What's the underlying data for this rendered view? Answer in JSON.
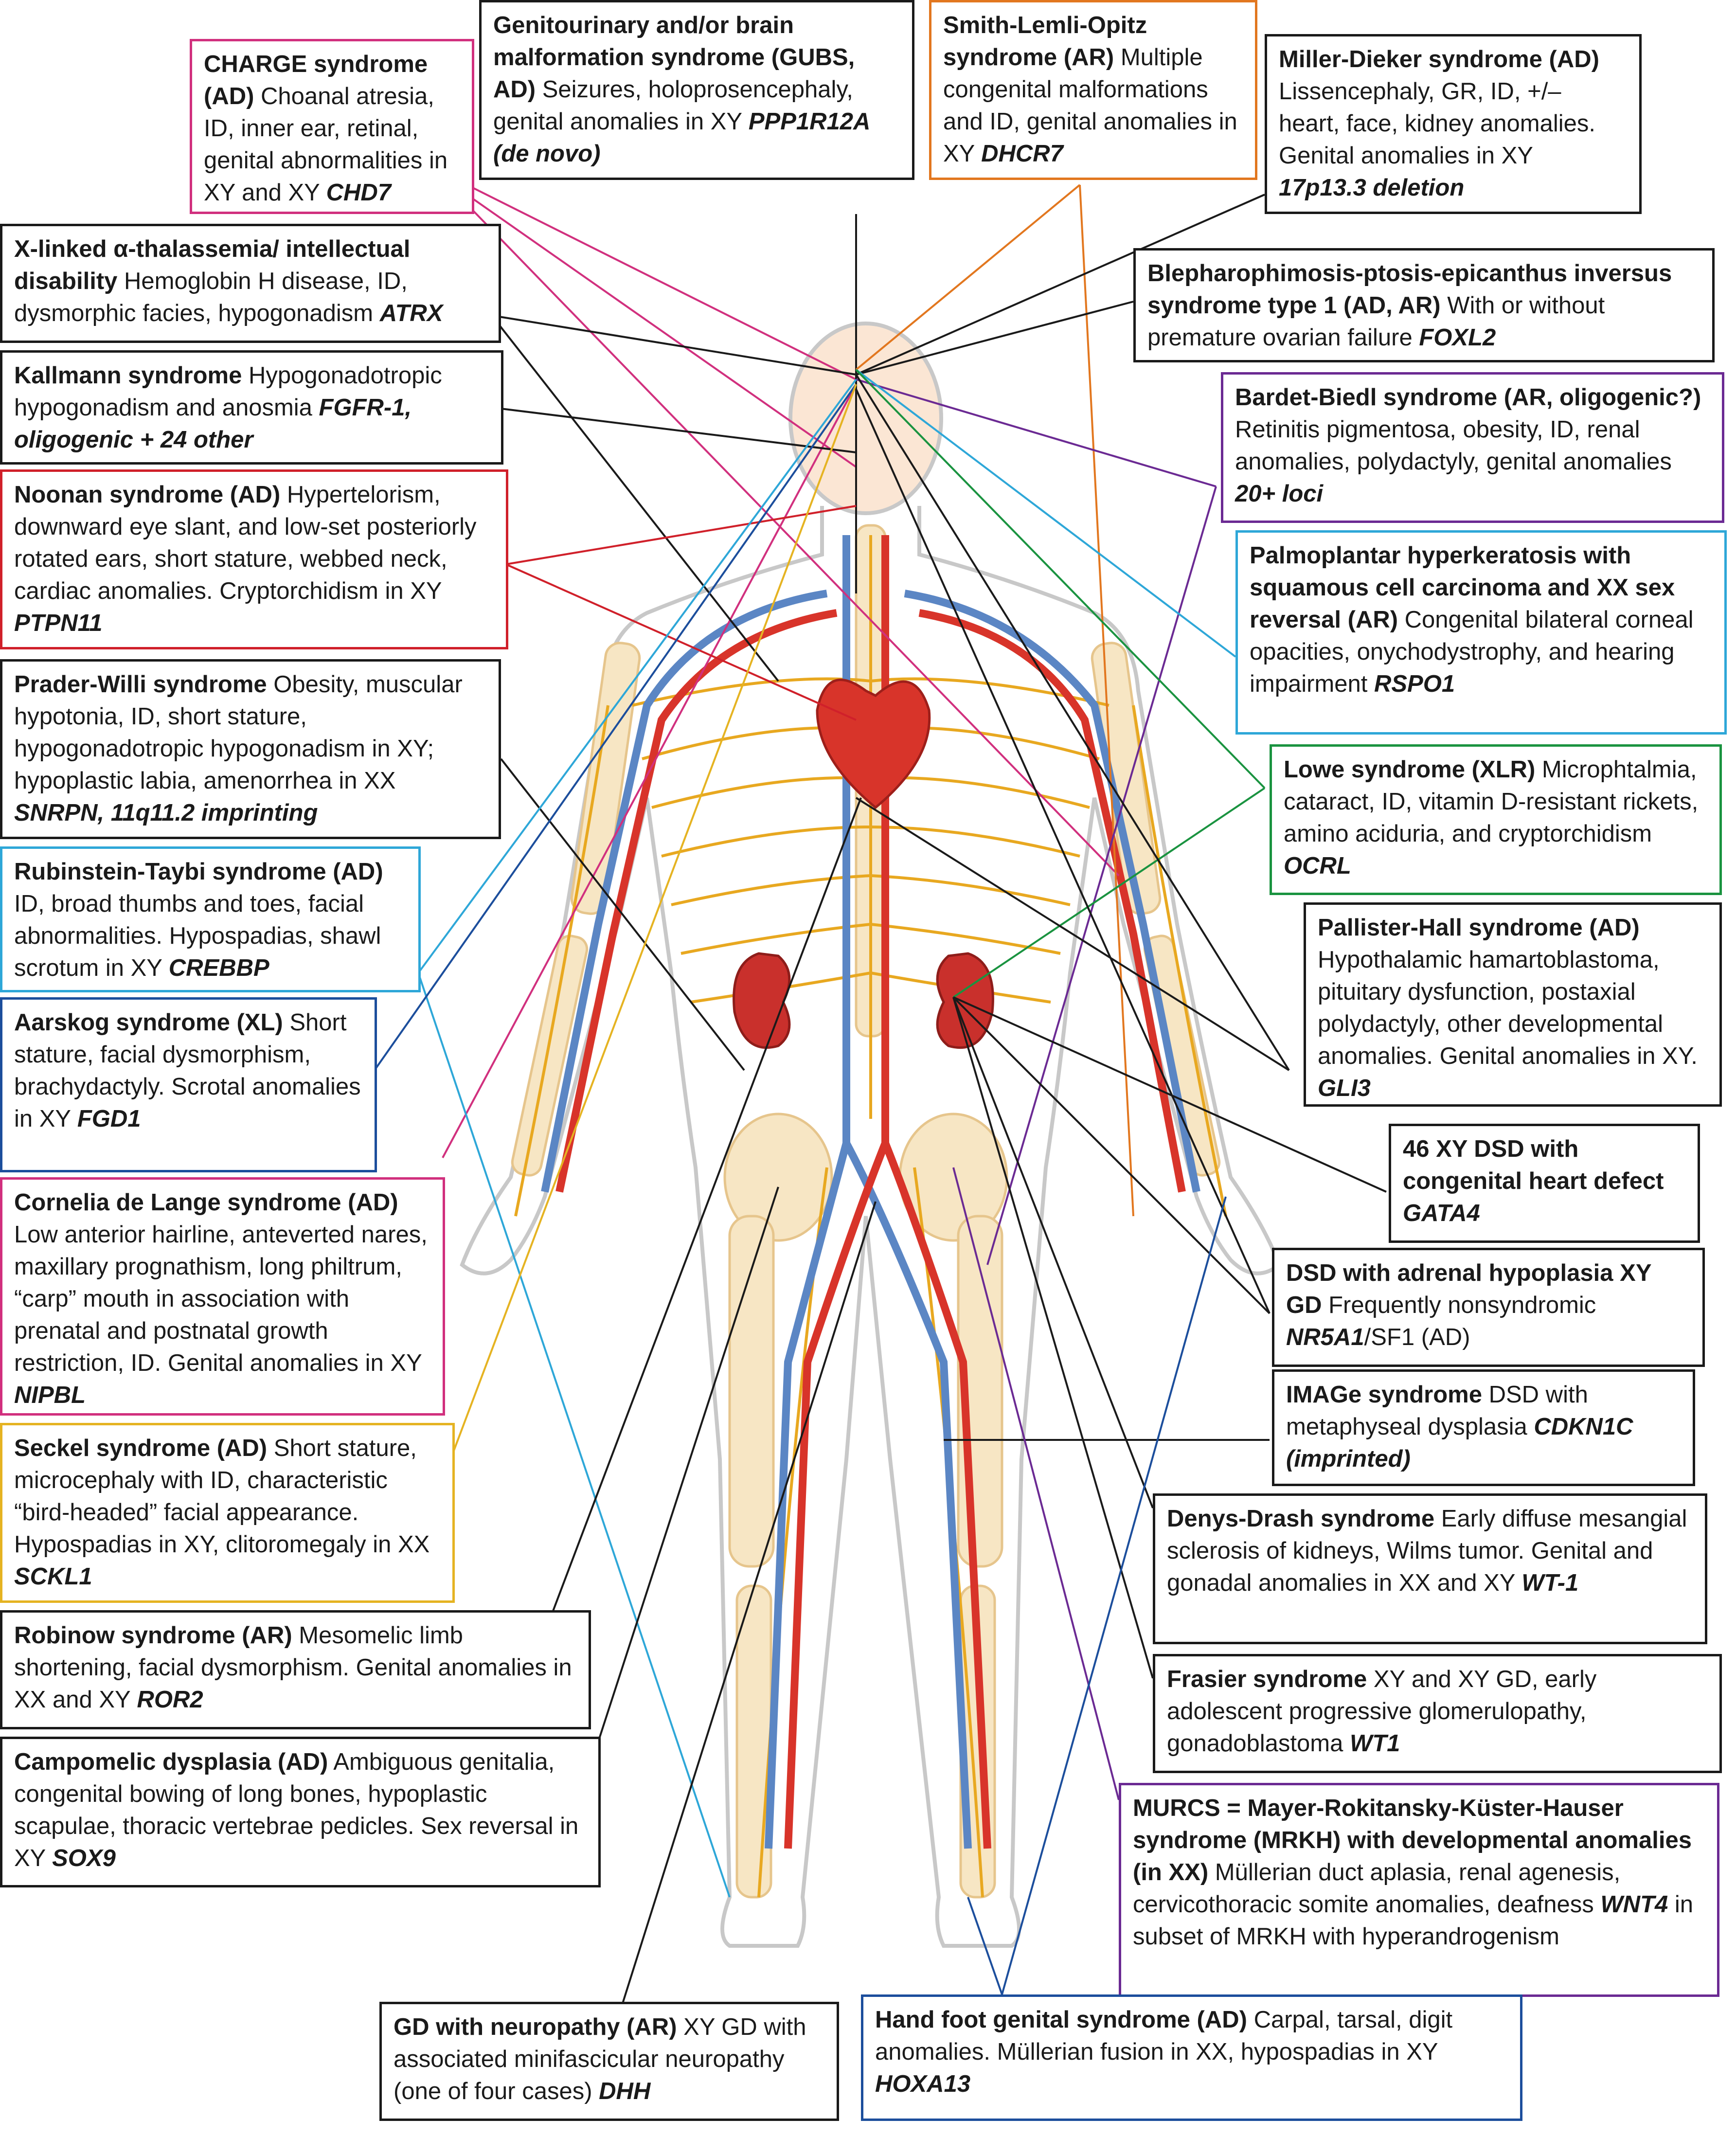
{
  "colors": {
    "black": "#1a1a1a",
    "pink": "#d1307e",
    "orange": "#e2771f",
    "purple": "#6b2a93",
    "cyan": "#2ea7d8",
    "green": "#1a9340",
    "red": "#d0202a",
    "navy": "#1c4e9c",
    "gold": "#e5b322",
    "artery": "#d8342a",
    "vein": "#5b86c4",
    "nerve": "#e8a820",
    "bone": "#f7e6c4",
    "kidney": "#c9302c",
    "skin_outline": "#c8c8c8"
  },
  "illustration": {
    "name": "human-body-anatomy",
    "icons": [
      "body-outline-icon",
      "skeleton-icon",
      "heart-icon",
      "kidney-icon",
      "arteries-icon",
      "veins-icon",
      "nerves-icon"
    ]
  },
  "syndromes": [
    {
      "id": "charge",
      "color": "pink",
      "title": "CHARGE syndrome (AD)",
      "text": "Choanal atresia, ID, inner ear, retinal, genital abnormalities in XY and XY",
      "gene": "CHD7"
    },
    {
      "id": "gubs",
      "color": "black",
      "title": "Genitourinary and/or brain malformation syndrome (GUBS, AD)",
      "text": "Seizures, holoprosencephaly, genital anomalies in XY",
      "gene": "PPP1R12A (de novo)"
    },
    {
      "id": "slo",
      "color": "orange",
      "title": "Smith-Lemli-Opitz syndrome (AR)",
      "text": "Multiple congenital malformations and ID, genital anomalies in XY",
      "gene": "DHCR7"
    },
    {
      "id": "miller",
      "color": "black",
      "title": "Miller-Dieker syndrome (AD)",
      "text": "Lissencephaly, GR, ID, +/– heart, face, kidney anomalies. Genital anomalies in XY",
      "gene": "17p13.3 deletion"
    },
    {
      "id": "atrx",
      "color": "black",
      "title": "X-linked α-thalassemia/ intellectual disability",
      "text": "Hemoglobin H disease, ID, dysmorphic facies, hypogonadism",
      "gene": "ATRX"
    },
    {
      "id": "bpes",
      "color": "black",
      "title": "Blepharophimosis-ptosis-epicanthus inversus syndrome type 1 (AD, AR)",
      "text": "With or without premature ovarian failure",
      "gene": "FOXL2"
    },
    {
      "id": "kallmann",
      "color": "black",
      "title": "Kallmann syndrome",
      "text": "Hypogonadotropic hypogonadism and anosmia",
      "gene": "FGFR-1, oligogenic + 24 other"
    },
    {
      "id": "bardet",
      "color": "purple",
      "title": "Bardet-Biedl syndrome (AR, oligogenic?)",
      "text": "Retinitis pigmentosa, obesity, ID, renal anomalies, polydactyly, genital anomalies",
      "gene": "20+ loci"
    },
    {
      "id": "noonan",
      "color": "red",
      "title": "Noonan syndrome (AD)",
      "text": "Hypertelorism, downward eye slant, and low-set posteriorly rotated ears, short stature, webbed neck, cardiac anomalies. Cryptorchidism in XY",
      "gene": "PTPN11"
    },
    {
      "id": "palmo",
      "color": "cyan",
      "title": "Palmoplantar hyperkeratosis with squamous cell carcinoma and XX sex reversal (AR)",
      "text": "Congenital bilateral corneal opacities, onychodystrophy, and hearing impairment",
      "gene": "RSPO1"
    },
    {
      "id": "prader",
      "color": "black",
      "title": "Prader-Willi syndrome",
      "text": "Obesity, muscular hypotonia, ID, short stature, hypogonadotropic hypogonadism in XY; hypoplastic labia, amenorrhea in XX",
      "gene": "SNRPN, 11q11.2 imprinting"
    },
    {
      "id": "lowe",
      "color": "green",
      "title": "Lowe syndrome (XLR)",
      "text": "Microphtalmia, cataract, ID, vitamin D-resistant rickets, amino aciduria, and cryptorchidism",
      "gene": "OCRL"
    },
    {
      "id": "rubinstein",
      "color": "cyan",
      "title": "Rubinstein-Taybi syndrome (AD)",
      "text": "ID, broad thumbs and toes, facial abnormalities. Hypospadias, shawl scrotum in XY",
      "gene": "CREBBP"
    },
    {
      "id": "pallister",
      "color": "black",
      "title": "Pallister-Hall syndrome (AD)",
      "text": "Hypothalamic hamartoblastoma, pituitary dysfunction, postaxial polydactyly, other developmental anomalies. Genital anomalies in XY.",
      "gene": "GLI3"
    },
    {
      "id": "aarskog",
      "color": "navy",
      "title": "Aarskog syndrome (XL)",
      "text": "Short stature, facial dysmorphism, brachydactyly. Scrotal anomalies in XY",
      "gene": "FGD1"
    },
    {
      "id": "gata4",
      "color": "black",
      "title": "46 XY DSD with congenital heart defect",
      "text": "",
      "gene": "GATA4"
    },
    {
      "id": "cornelia",
      "color": "pink",
      "title": "Cornelia de Lange syndrome (AD)",
      "text": "Low anterior hairline, anteverted nares, maxillary prognathism, long philtrum, “carp” mouth in association with prenatal and postnatal growth restriction, ID. Genital anomalies in XY",
      "gene": "NIPBL"
    },
    {
      "id": "adrenal",
      "color": "black",
      "title": "DSD with adrenal hypoplasia XY GD",
      "text": "Frequently nonsyndromic",
      "gene": "NR5A1",
      "gene_suffix": "/SF1 (AD)"
    },
    {
      "id": "image",
      "color": "black",
      "title": "IMAGe syndrome",
      "text": "DSD with metaphyseal dysplasia",
      "gene": "CDKN1C (imprinted)"
    },
    {
      "id": "seckel",
      "color": "gold",
      "title": "Seckel syndrome (AD)",
      "text": "Short stature, microcephaly with ID, characteristic “bird-headed” facial appearance. Hypospadias in XY, clitoromegaly in XX",
      "gene": "SCKL1"
    },
    {
      "id": "denys",
      "color": "black",
      "title": "Denys-Drash syndrome",
      "text": "Early diffuse mesangial sclerosis of kidneys, Wilms tumor. Genital and gonadal anomalies in XX and XY",
      "gene": "WT-1"
    },
    {
      "id": "robinow",
      "color": "black",
      "title": "Robinow syndrome (AR)",
      "text": "Mesomelic limb shortening, facial dysmorphism. Genital anomalies in XX and XY",
      "gene": "ROR2"
    },
    {
      "id": "frasier",
      "color": "black",
      "title": "Frasier syndrome",
      "text": "XY and XY GD, early adolescent progressive glomerulopathy, gonadoblastoma",
      "gene": "WT1"
    },
    {
      "id": "campomelic",
      "color": "black",
      "title": "Campomelic dysplasia (AD)",
      "text": "Ambiguous genitalia, congenital bowing of long bones, hypoplastic scapulae, thoracic vertebrae pedicles. Sex reversal in XY",
      "gene": "SOX9"
    },
    {
      "id": "murcs",
      "color": "purple",
      "title": "MURCS = Mayer-Rokitansky-Küster-Hauser syndrome (MRKH) with developmental anomalies (in XX)",
      "text": "Müllerian duct aplasia, renal agenesis, cervicothoracic somite anomalies, deafness",
      "gene": "WNT4",
      "gene_suffix": " in subset of MRKH with hyperandrogenism"
    },
    {
      "id": "gd",
      "color": "black",
      "title": "GD with neuropathy (AR)",
      "text": "XY GD with associated minifascicular neuropathy (one of four cases)",
      "gene": "DHH"
    },
    {
      "id": "handfoot",
      "color": "navy",
      "title": "Hand foot genital syndrome (AD)",
      "text": "Carpal, tarsal, digit anomalies. Müllerian fusion in XX, hypospadias in XY",
      "gene": "HOXA13"
    }
  ]
}
